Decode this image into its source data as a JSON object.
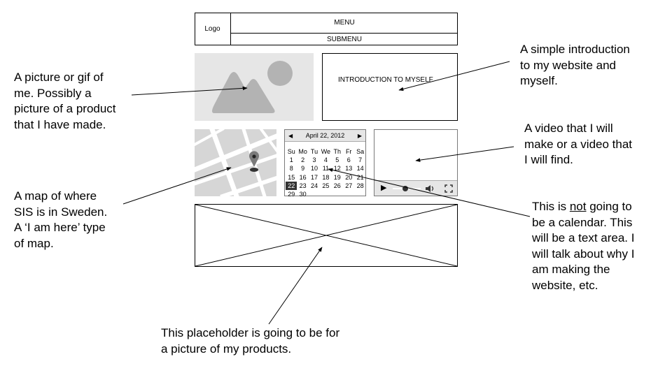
{
  "header": {
    "logo": "Logo",
    "menu": "MENU",
    "submenu": "SUBMENU"
  },
  "intro_box": {
    "label": "INTRODUCTION TO MYSELF"
  },
  "calendar": {
    "title": "April 22, 2012",
    "weekdays": [
      "Su",
      "Mo",
      "Tu",
      "We",
      "Th",
      "Fr",
      "Sa"
    ],
    "weeks": [
      [
        "1",
        "2",
        "3",
        "4",
        "5",
        "6",
        "7"
      ],
      [
        "8",
        "9",
        "10",
        "11",
        "12",
        "13",
        "14"
      ],
      [
        "15",
        "16",
        "17",
        "18",
        "19",
        "20",
        "21"
      ],
      [
        "22",
        "23",
        "24",
        "25",
        "26",
        "27",
        "28"
      ],
      [
        "29",
        "30",
        "",
        "",
        "",
        "",
        ""
      ]
    ],
    "selected": "22"
  },
  "annotations": {
    "picture": "A picture or gif of\nme. Possibly a\npicture of a product\nthat I have made.",
    "intro": "A simple introduction\nto my website and\nmyself.",
    "map": "A map of where\nSIS is in Sweden.\nA ‘I am here’ type\nof map.",
    "video": "A video that I will\nmake or a video that\nI will find.",
    "text_area_pre": "This is ",
    "text_area_underlined": "not",
    "text_area_post": " going to\nbe a calendar. This\nwill be a text area. I\nwill talk about why I\nam making the\nwebsite, etc.",
    "placeholder": "This placeholder is going to be for\na picture of my products."
  },
  "colors": {
    "placeholder_bg": "#e6e6e6",
    "placeholder_shape": "#b3b3b3",
    "selected_day_bg": "#333333",
    "video_bar_bg": "#e6e6e6"
  }
}
